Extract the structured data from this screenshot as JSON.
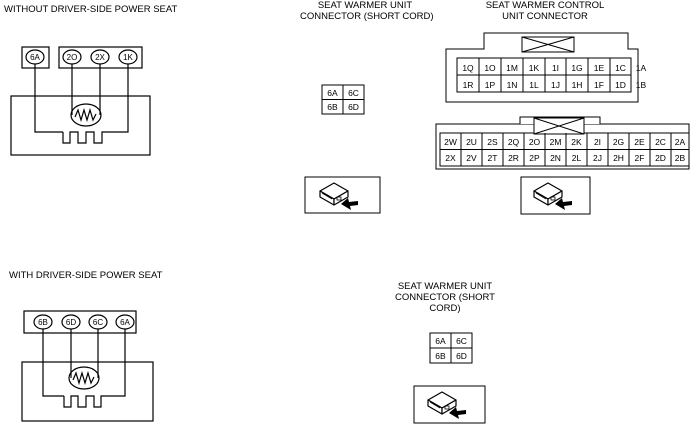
{
  "top": {
    "heading": "WITHOUT DRIVER-SIDE POWER SEAT",
    "circuit_pins": [
      "6A",
      "2O",
      "2X",
      "1K"
    ],
    "unit_connector": {
      "title_lines": [
        "SEAT WARMER UNIT",
        "CONNECTOR (SHORT CORD)"
      ],
      "grid": [
        [
          "6A",
          "6C"
        ],
        [
          "6B",
          "6D"
        ]
      ]
    },
    "control_connector": {
      "title_lines": [
        "SEAT WARMER CONTROL",
        "UNIT CONNECTOR"
      ],
      "upper_grid": [
        [
          "1Q",
          "1O",
          "1M",
          "1K",
          "1I",
          "1G",
          "1E",
          "1C",
          "1A"
        ],
        [
          "1R",
          "1P",
          "1N",
          "1L",
          "1J",
          "1H",
          "1F",
          "1D",
          "1B"
        ]
      ],
      "lower_grid": [
        [
          "2W",
          "2U",
          "2S",
          "2Q",
          "2O",
          "2M",
          "2K",
          "2I",
          "2G",
          "2E",
          "2C",
          "2A"
        ],
        [
          "2X",
          "2V",
          "2T",
          "2R",
          "2P",
          "2N",
          "2L",
          "2J",
          "2H",
          "2F",
          "2D",
          "2B"
        ]
      ]
    }
  },
  "bottom": {
    "heading": "WITH DRIVER-SIDE POWER SEAT",
    "circuit_pins": [
      "6B",
      "6D",
      "6C",
      "6A"
    ],
    "unit_connector": {
      "title_lines": [
        "SEAT WARMER  UNIT",
        "CONNECTOR (SHORT",
        "CORD)"
      ],
      "grid": [
        [
          "6A",
          "6C"
        ],
        [
          "6B",
          "6D"
        ]
      ]
    }
  }
}
